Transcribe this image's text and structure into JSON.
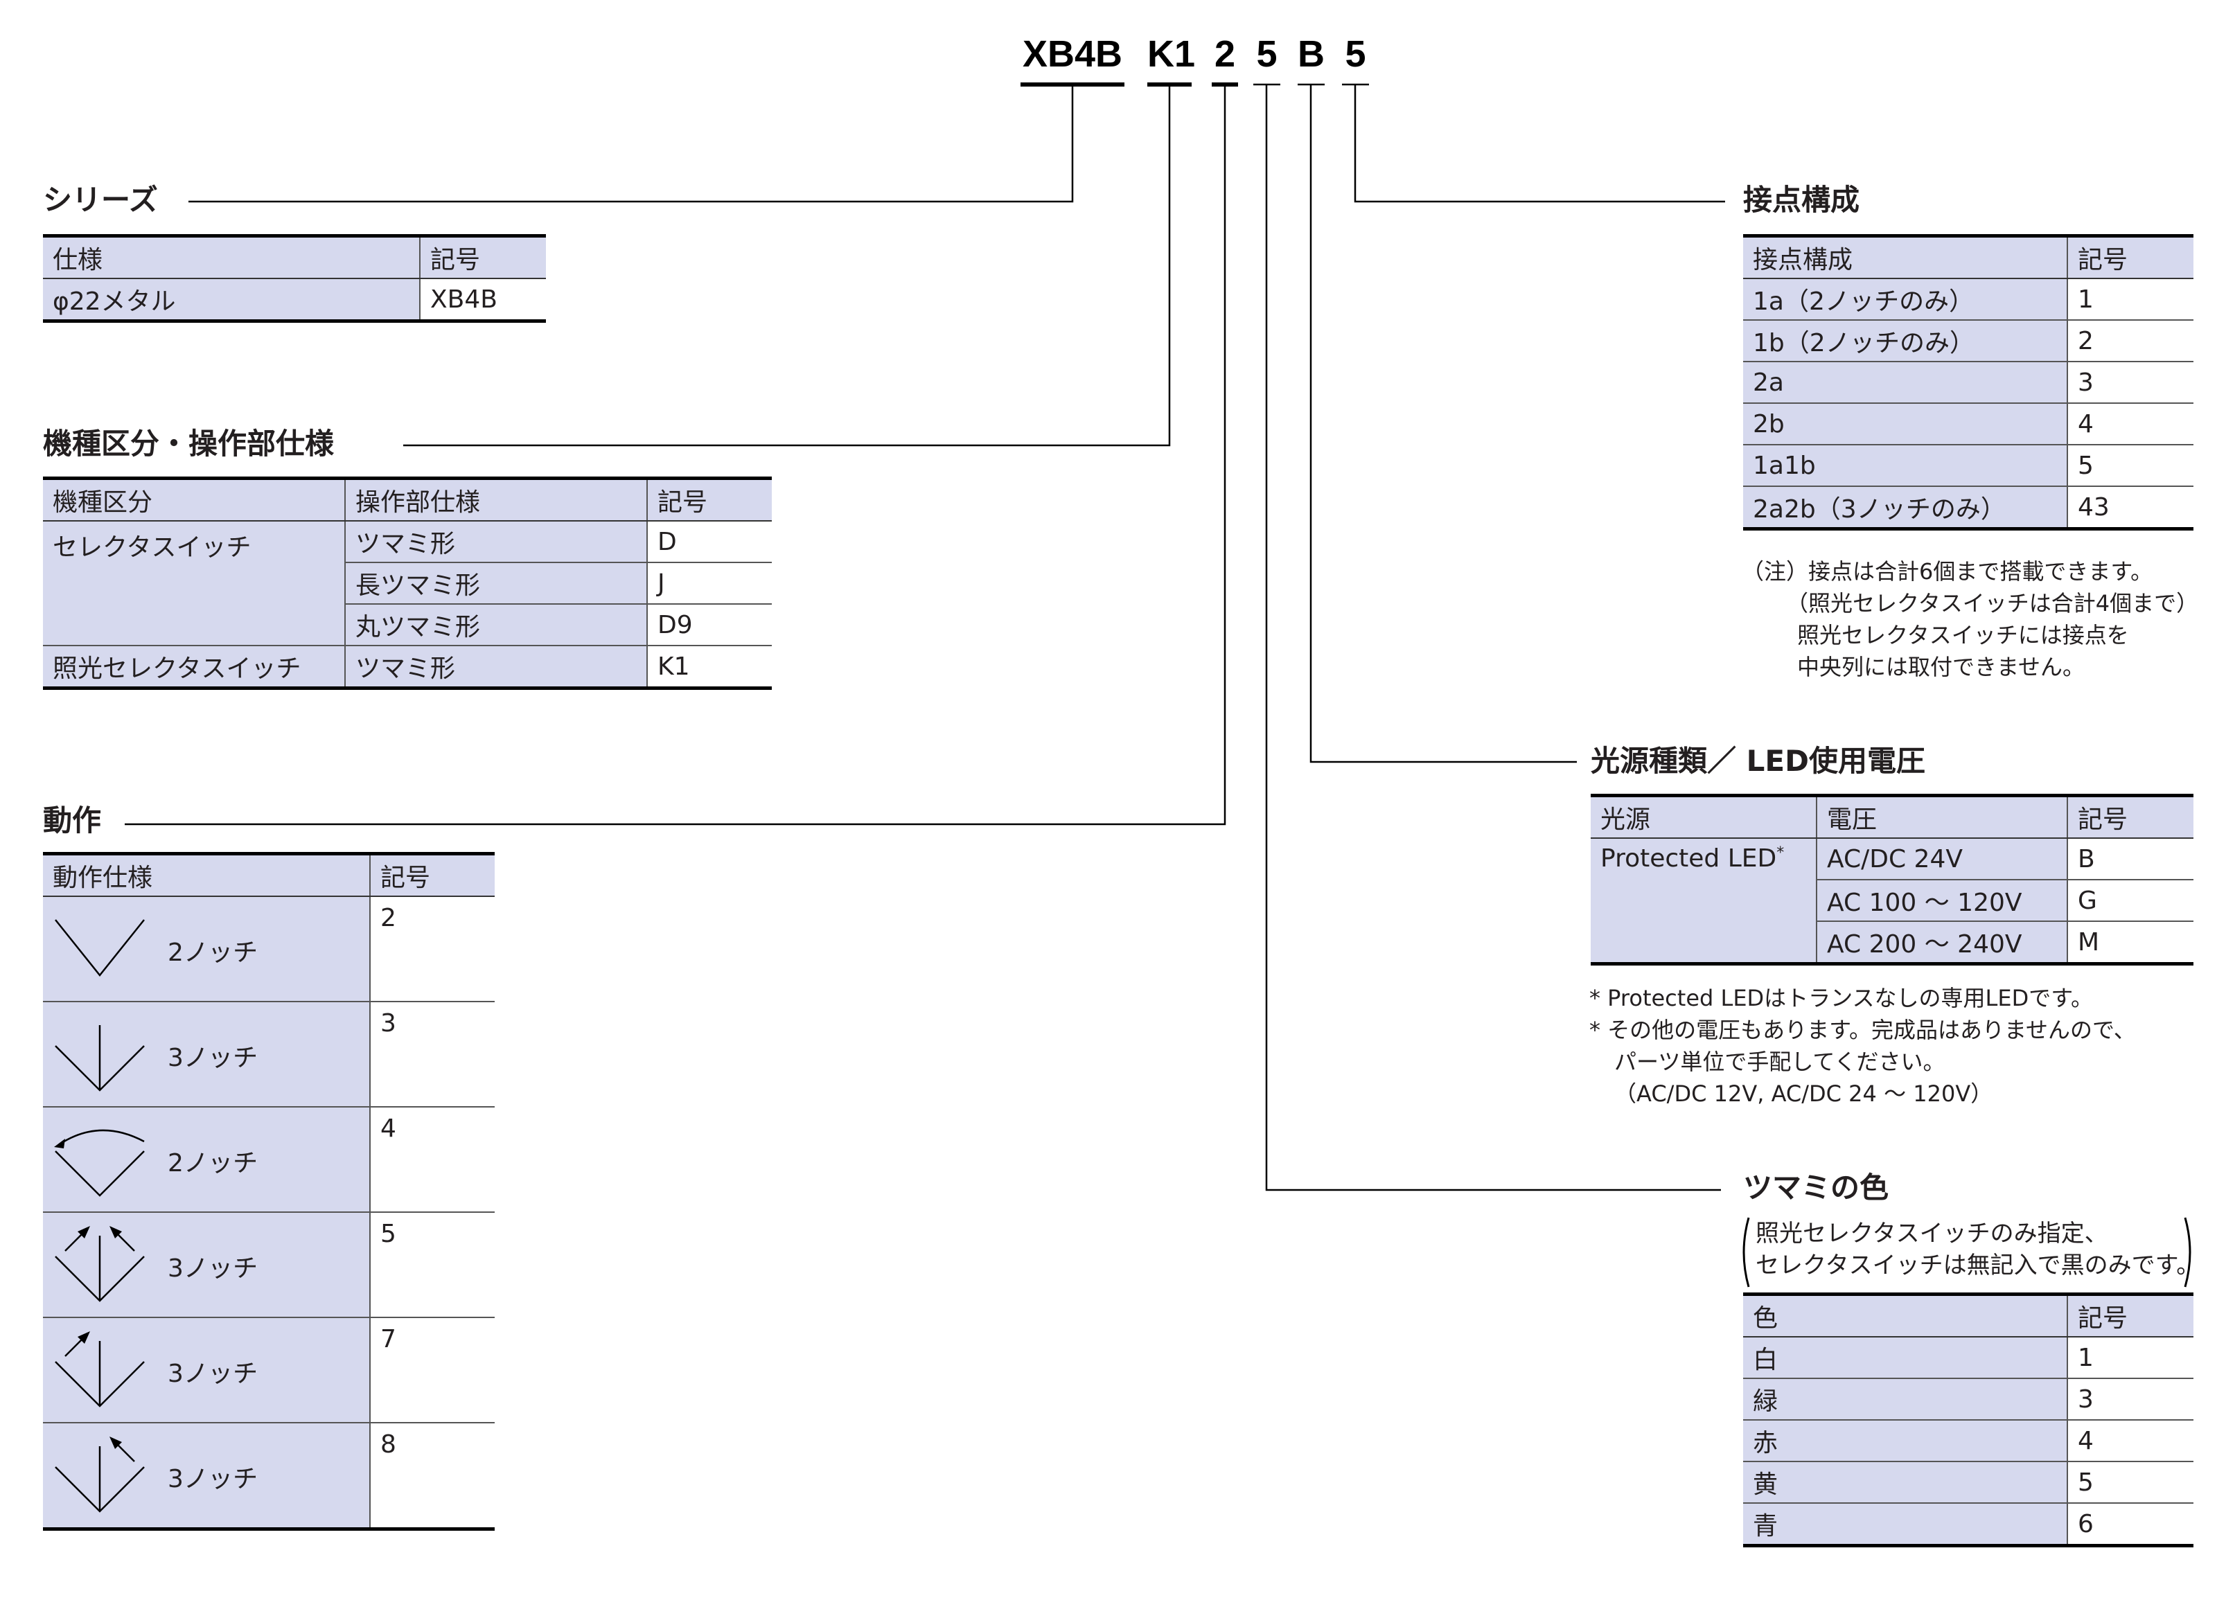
{
  "model_code": [
    "XB4B",
    "K1",
    "2",
    "5",
    "B",
    "5"
  ],
  "series": {
    "heading": "シリーズ",
    "headers": [
      "仕様",
      "記号"
    ],
    "rows": [
      [
        "φ22メタル",
        "XB4B"
      ]
    ]
  },
  "type_operator": {
    "heading": "機種区分・操作部仕様",
    "headers": [
      "機種区分",
      "操作部仕様",
      "記号"
    ],
    "groups": [
      {
        "type": "セレクタスイッチ",
        "items": [
          [
            "ツマミ形",
            "D"
          ],
          [
            "長ツマミ形",
            "J"
          ],
          [
            "丸ツマミ形",
            "D9"
          ]
        ]
      },
      {
        "type": "照光セレクタスイッチ",
        "items": [
          [
            "ツマミ形",
            "K1"
          ]
        ]
      }
    ]
  },
  "motion": {
    "heading": "動作",
    "headers": [
      "動作仕様",
      "記号"
    ],
    "rows": [
      {
        "notch": "2ノッチ",
        "code": "2",
        "icon": "v-2notch-icon"
      },
      {
        "notch": "3ノッチ",
        "code": "3",
        "icon": "v-3notch-icon"
      },
      {
        "notch": "2ノッチ",
        "code": "4",
        "icon": "v-2notch-arc-return-icon"
      },
      {
        "notch": "3ノッチ",
        "code": "5",
        "icon": "v-3notch-both-return-icon"
      },
      {
        "notch": "3ノッチ",
        "code": "7",
        "icon": "v-3notch-left-return-icon"
      },
      {
        "notch": "3ノッチ",
        "code": "8",
        "icon": "v-3notch-right-return-icon"
      }
    ]
  },
  "contacts": {
    "heading": "接点構成",
    "headers": [
      "接点構成",
      "記号"
    ],
    "rows": [
      [
        "1a（2ノッチのみ）",
        "1"
      ],
      [
        "1b（2ノッチのみ）",
        "2"
      ],
      [
        "2a",
        "3"
      ],
      [
        "2b",
        "4"
      ],
      [
        "1a1b",
        "5"
      ],
      [
        "2a2b（3ノッチのみ）",
        "43"
      ]
    ],
    "notes": [
      "（注）接点は合計6個まで搭載できます。",
      "（照光セレクタスイッチは合計4個まで）",
      "照光セレクタスイッチには接点を",
      "中央列には取付できません。"
    ]
  },
  "light_source": {
    "heading": "光源種類／ LED使用電圧",
    "headers": [
      "光源",
      "電圧",
      "記号"
    ],
    "source": "Protected LED",
    "source_mark": "*",
    "rows": [
      [
        "AC/DC 24V",
        "B"
      ],
      [
        "AC 100 ～ 120V",
        "G"
      ],
      [
        "AC 200 ～ 240V",
        "M"
      ]
    ],
    "notes": [
      "* Protected LEDはトランスなしの専用LEDです。",
      "* その他の電圧もあります。完成品はありませんので、",
      "パーツ単位で手配してください。",
      "（AC/DC 12V, AC/DC 24 ～ 120V）"
    ]
  },
  "knob_color": {
    "heading": "ツマミの色",
    "subnote": [
      "照光セレクタスイッチのみ指定、",
      "セレクタスイッチは無記入で黒のみです。"
    ],
    "headers": [
      "色",
      "記号"
    ],
    "rows": [
      [
        "白",
        "1"
      ],
      [
        "緑",
        "3"
      ],
      [
        "赤",
        "4"
      ],
      [
        "黄",
        "5"
      ],
      [
        "青",
        "6"
      ]
    ]
  },
  "colors": {
    "table_header_bg": "#d6d9ee",
    "rule": "#000000",
    "text": "#231f20"
  }
}
